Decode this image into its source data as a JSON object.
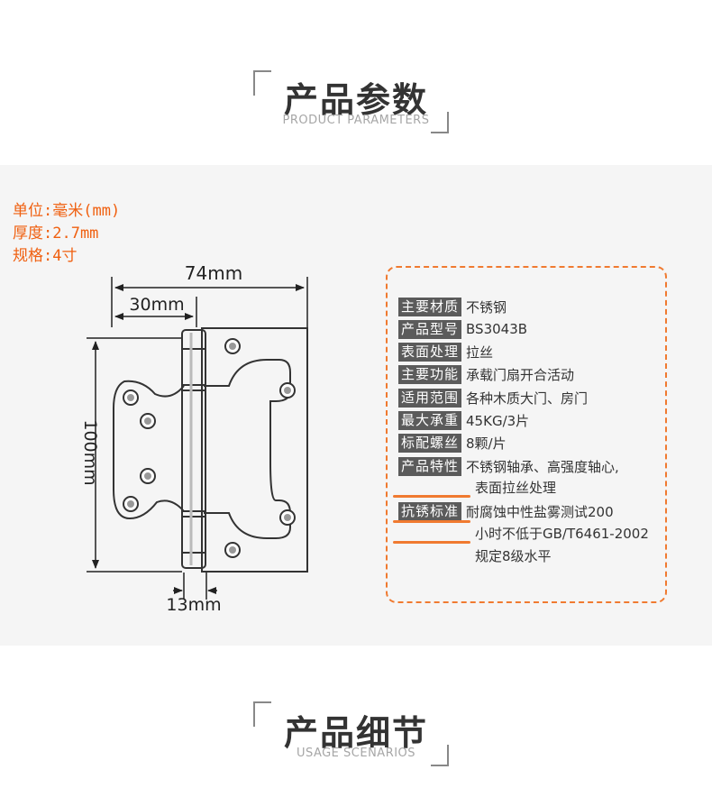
{
  "header1": {
    "title": "产品参数",
    "subtitle": "PRODUCT PARAMETERS"
  },
  "header2": {
    "title": "产品细节",
    "subtitle": "USAGE SCENARIOS"
  },
  "units": {
    "line1": "单位:毫米(mm)",
    "line2": "厚度:2.7mm",
    "line3": "规格:4寸"
  },
  "dimensions": {
    "width": "74mm",
    "leaf": "30mm",
    "height": "100mm",
    "knuckle": "13mm"
  },
  "specs": [
    {
      "label": "主要材质",
      "value": "不锈钢"
    },
    {
      "label": "产品型号",
      "value": "BS3043B"
    },
    {
      "label": "表面处理",
      "value": "拉丝"
    },
    {
      "label": "主要功能",
      "value": "承载门扇开合活动"
    },
    {
      "label": "适用范围",
      "value": "各种木质大门、房门"
    },
    {
      "label": "最大承重",
      "value": "45KG/3片"
    },
    {
      "label": "标配螺丝",
      "value": "8颗/片"
    },
    {
      "label": "产品特性",
      "value": "不锈钢轴承、高强度轴心,",
      "cont": "表面拉丝处理"
    },
    {
      "label": "抗锈标准",
      "value": "耐腐蚀中性盐雾测试200",
      "cont": "小时不低于GB/T6461-2002",
      "cont2": "规定8级水平"
    }
  ],
  "colors": {
    "accent": "#f07a30",
    "unit_text": "#f06010",
    "label_bg": "#5b5b5b",
    "panel_bg": "#f5f5f5"
  }
}
